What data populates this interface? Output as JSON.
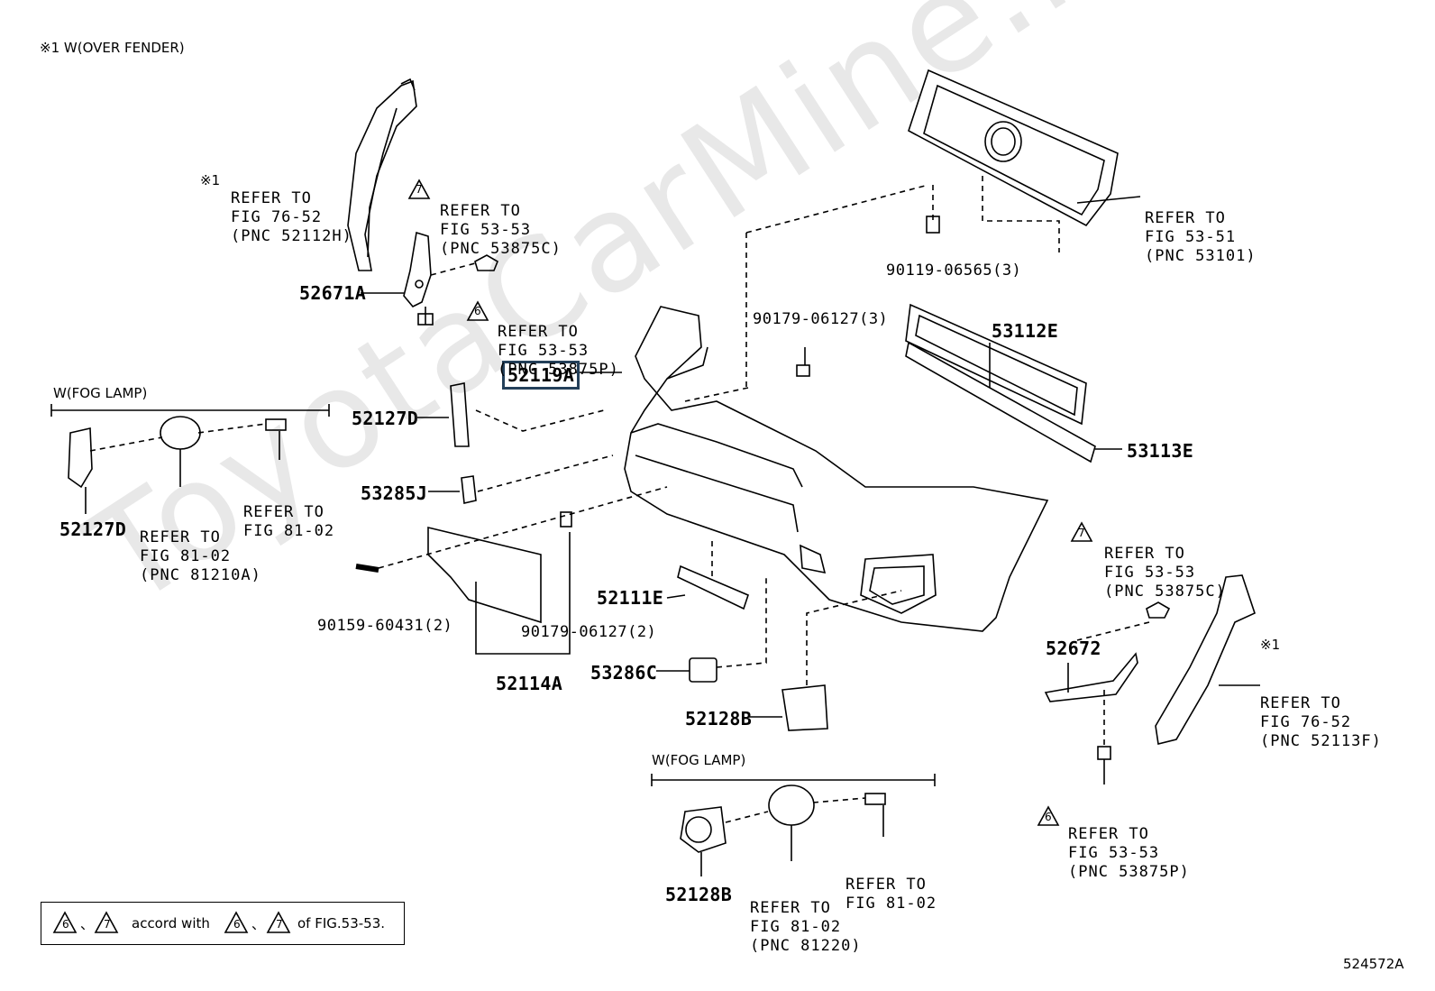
{
  "header_note": "※1 W(OVER FENDER)",
  "watermark": "ToyotaCarMine.ru",
  "fig_code": "524572A",
  "parts": {
    "p52119A": "52119A",
    "p52671A": "52671A",
    "p52127D_upper": "52127D",
    "p52127D_fog": "52127D",
    "p53285J": "53285J",
    "p53112E": "53112E",
    "p53113E": "53113E",
    "p52111E": "52111E",
    "p53286C": "53286C",
    "p52114A": "52114A",
    "p52128B_upper": "52128B",
    "p52128B_fog": "52128B",
    "p52672": "52672"
  },
  "fasteners": {
    "f90119": "90119-06565(3)",
    "f90179_3": "90179-06127(3)",
    "f90159": "90159-60431(2)",
    "f90179_2": "90179-06127(2)"
  },
  "refs": {
    "fender_left": [
      "REFER TO",
      "FIG 76-52",
      "(PNC 52112H)"
    ],
    "clip_7_left": [
      "REFER TO",
      "FIG 53-53",
      "(PNC 53875C)"
    ],
    "clip_6_left": [
      "REFER TO",
      "FIG 53-53",
      "(PNC 53875P)"
    ],
    "grille": [
      "REFER TO",
      "FIG 53-51",
      "(PNC 53101)"
    ],
    "fog_left_lamp": [
      "REFER TO",
      "FIG 81-02",
      "(PNC 81210A)"
    ],
    "fog_left_bolt": [
      "REFER TO",
      "FIG 81-02"
    ],
    "clip_7_right": [
      "REFER TO",
      "FIG 53-53",
      "(PNC 53875C)"
    ],
    "fender_right": [
      "REFER TO",
      "FIG 76-52",
      "(PNC 52113F)"
    ],
    "clip_6_right": [
      "REFER TO",
      "FIG 53-53",
      "(PNC 53875P)"
    ],
    "fog_right_lamp": [
      "REFER TO",
      "FIG 81-02",
      "(PNC 81220)"
    ],
    "fog_right_bolt": [
      "REFER TO",
      "FIG 81-02"
    ]
  },
  "marks": {
    "mark1": "※1",
    "tri6": "6",
    "tri7": "7"
  },
  "fog_group_title": "W(FOG LAMP)",
  "note": {
    "accord": "accord with",
    "of_fig": "of FIG.53-53.",
    "sep": "、"
  }
}
